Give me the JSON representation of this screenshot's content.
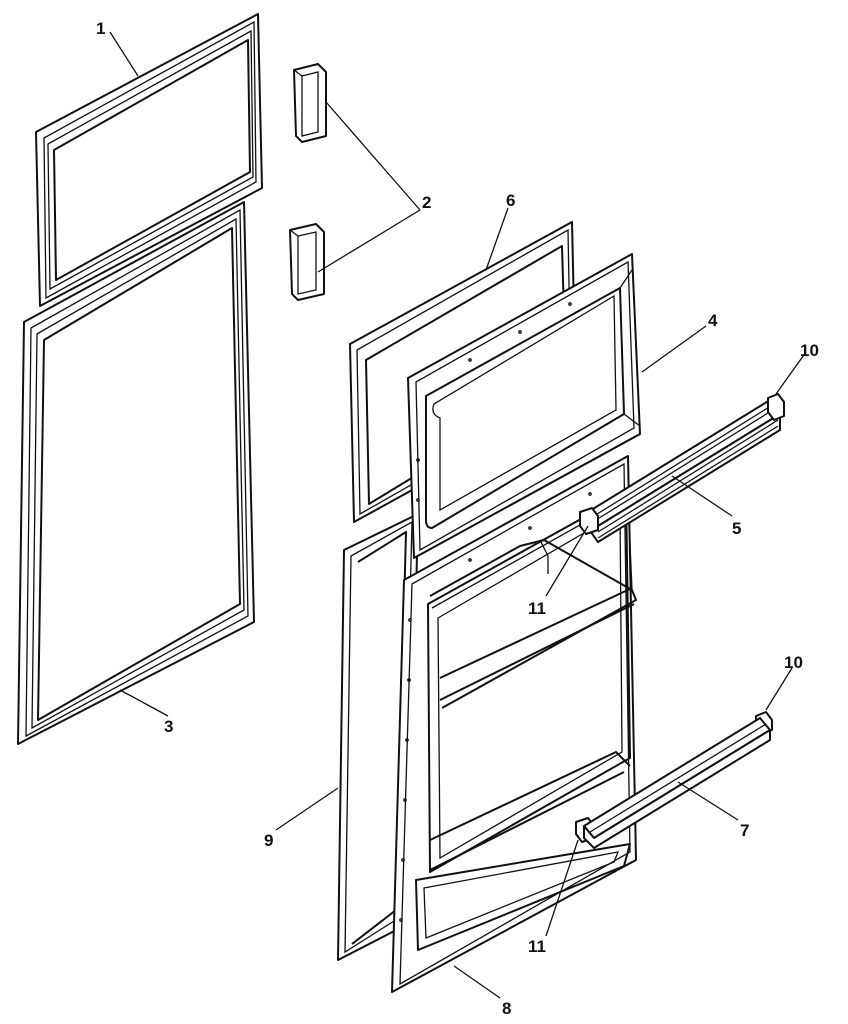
{
  "diagram": {
    "callouts": [
      {
        "id": "c1",
        "text": "1"
      },
      {
        "id": "c2",
        "text": "2"
      },
      {
        "id": "c3",
        "text": "3"
      },
      {
        "id": "c4",
        "text": "4"
      },
      {
        "id": "c5",
        "text": "5"
      },
      {
        "id": "c6",
        "text": "6"
      },
      {
        "id": "c7",
        "text": "7"
      },
      {
        "id": "c8",
        "text": "8"
      },
      {
        "id": "c9",
        "text": "9"
      },
      {
        "id": "c10a",
        "text": "10"
      },
      {
        "id": "c10b",
        "text": "10"
      },
      {
        "id": "c11a",
        "text": "11"
      },
      {
        "id": "c11b",
        "text": "11"
      }
    ]
  }
}
